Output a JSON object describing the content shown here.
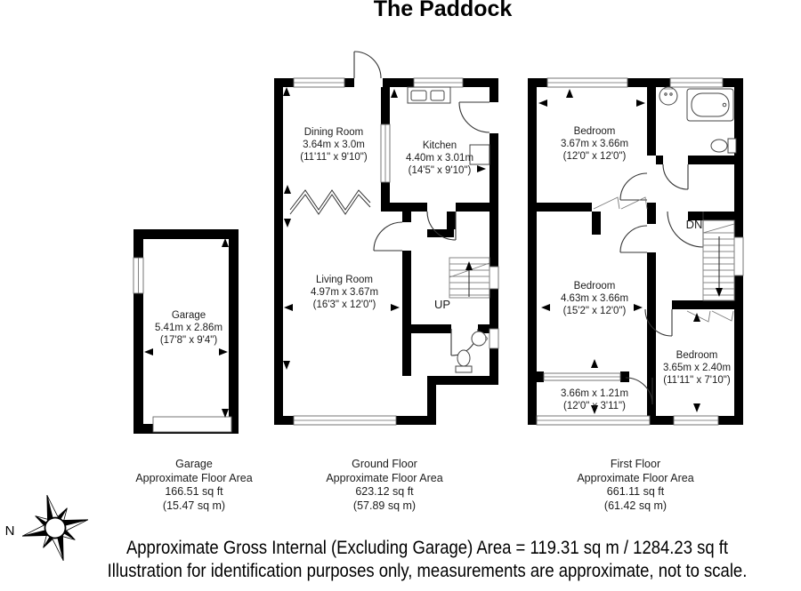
{
  "title": "The Paddock",
  "colors": {
    "wall": "#000000",
    "background": "#ffffff",
    "text": "#1c1c1c"
  },
  "plans": {
    "garage": {
      "rooms": {
        "garage": {
          "name": "Garage",
          "metric": "5.41m x 2.86m",
          "imperial": "(17'8\" x 9'4\")"
        }
      },
      "summary": {
        "floor": "Garage",
        "area_label": "Approximate Floor Area",
        "sqft": "166.51 sq ft",
        "sqm": "(15.47 sq m)"
      }
    },
    "ground": {
      "rooms": {
        "dining": {
          "name": "Dining Room",
          "metric": "3.64m x 3.0m",
          "imperial": "(11'11\" x 9'10\")"
        },
        "kitchen": {
          "name": "Kitchen",
          "metric": "4.40m x 3.01m",
          "imperial": "(14'5\" x 9'10\")"
        },
        "living": {
          "name": "Living Room",
          "metric": "4.97m x 3.67m",
          "imperial": "(16'3\" x 12'0\")"
        }
      },
      "stairs_label": "UP",
      "summary": {
        "floor": "Ground Floor",
        "area_label": "Approximate Floor Area",
        "sqft": "623.12 sq ft",
        "sqm": "(57.89 sq m)"
      }
    },
    "first": {
      "rooms": {
        "bedroom1": {
          "name": "Bedroom",
          "metric": "3.67m x 3.66m",
          "imperial": "(12'0\" x 12'0\")"
        },
        "bedroom2": {
          "name": "Bedroom",
          "metric": "4.63m x 3.66m",
          "imperial": "(15'2\" x 12'0\")"
        },
        "bedroom3": {
          "name": "Bedroom",
          "metric": "3.65m x 2.40m",
          "imperial": "(11'11\" x 7'10\")"
        },
        "storage": {
          "metric": "3.66m x 1.21m",
          "imperial": "(12'0\" x 3'11\")"
        }
      },
      "stairs_label": "DN",
      "summary": {
        "floor": "First Floor",
        "area_label": "Approximate Floor Area",
        "sqft": "661.11 sq ft",
        "sqm": "(61.42 sq m)"
      }
    }
  },
  "compass": {
    "north_label": "N"
  },
  "footer": {
    "line1": "Approximate Gross Internal (Excluding Garage) Area = 119.31 sq m / 1284.23 sq ft",
    "line2": "Illustration for identification purposes only, measurements are approximate, not to scale."
  }
}
